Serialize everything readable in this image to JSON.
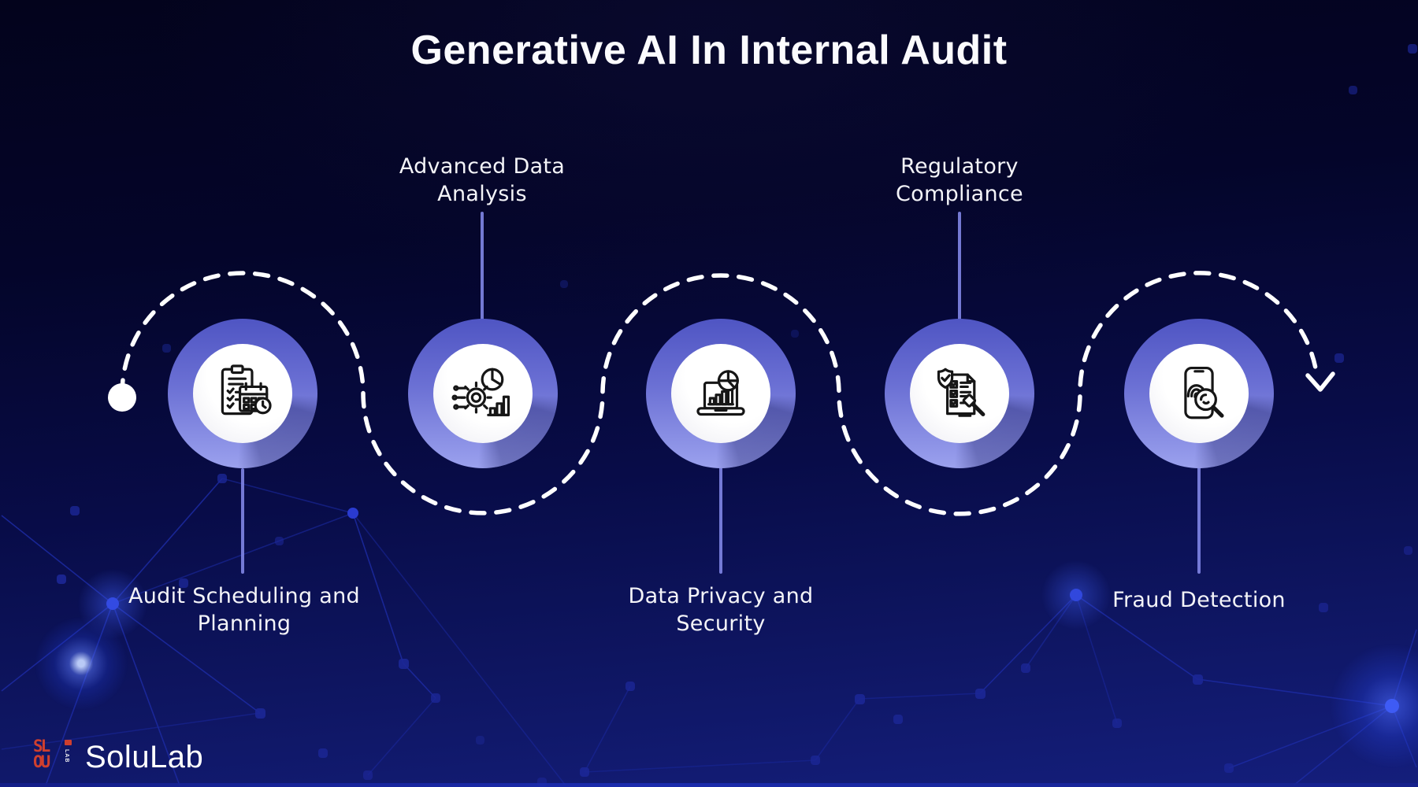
{
  "header": {
    "title": "Generative AI In Internal Audit"
  },
  "steps": [
    {
      "id": 1,
      "label": "Audit Scheduling and\nPlanning",
      "label_position": "below",
      "icon": "clipboard-calendar-icon"
    },
    {
      "id": 2,
      "label": "Advanced Data\nAnalysis",
      "label_position": "above",
      "icon": "gear-analytics-icon"
    },
    {
      "id": 3,
      "label": "Data Privacy and\nSecurity",
      "label_position": "below",
      "icon": "laptop-chart-icon"
    },
    {
      "id": 4,
      "label": "Regulatory\nCompliance",
      "label_position": "above",
      "icon": "compliance-gavel-icon"
    },
    {
      "id": 5,
      "label": "Fraud Detection",
      "label_position": "below",
      "icon": "phone-fraud-search-icon"
    }
  ],
  "flow": {
    "shape": "s-curve dashed path over odd circles and under even circles",
    "start": "solid white dot",
    "end": "down arrow"
  },
  "footer": {
    "brand": "SoluLab",
    "logo_mark_row1": "SL",
    "logo_mark_row2": "OU",
    "logo_mark_side": "LAB"
  },
  "colors": {
    "background_top": "#03031c",
    "background_bottom": "#141e7c",
    "ring_top": "#4f55c3",
    "ring_bottom": "#9ba1ee",
    "disc": "#ffffff",
    "dash_path": "#ffffff",
    "connector_line": "#7e84e2",
    "network_line": "#1d2ba2",
    "network_dot": "#1c2796",
    "logo_red": "#cf3f2e",
    "label_text": "#f4f4f8"
  }
}
